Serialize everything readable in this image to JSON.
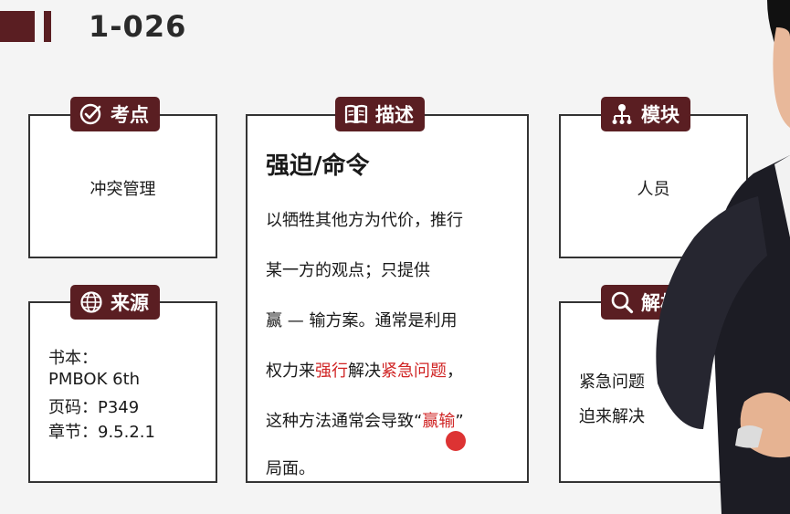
{
  "code": "1-026",
  "cards": {
    "kaodian": {
      "tag": "考点",
      "content": "冲突管理"
    },
    "miaoshu": {
      "tag": "描述",
      "title": "强迫/命令",
      "lines": [
        "以牺牲其他方为代价，推行",
        "某一方的观点；只提供",
        "赢 — 输方案。通常是利用"
      ],
      "line4": {
        "a": "权力来",
        "b": "强行",
        "c": "解决",
        "d": "紧急问题",
        "e": "，"
      },
      "line5": {
        "a": "这种方法通常会导致",
        "b": "“",
        "c": "赢输",
        "d": "”"
      },
      "line6": "局面。"
    },
    "mokuai": {
      "tag": "模块",
      "content": "人员"
    },
    "laiyuan": {
      "tag": "来源",
      "lines": [
        "书本：",
        "PMBOK 6th",
        "页码：P349",
        "章节：9.5.2.1"
      ]
    },
    "jiexi": {
      "tag": "解析",
      "lines": [
        "紧急问题",
        "迫来解决"
      ]
    }
  },
  "icons": [
    "check-circle-icon",
    "book-icon",
    "org-chart-icon",
    "globe-icon",
    "magnifier-icon"
  ],
  "colors": {
    "accent": "#5a1e22",
    "highlight": "#d02525"
  }
}
